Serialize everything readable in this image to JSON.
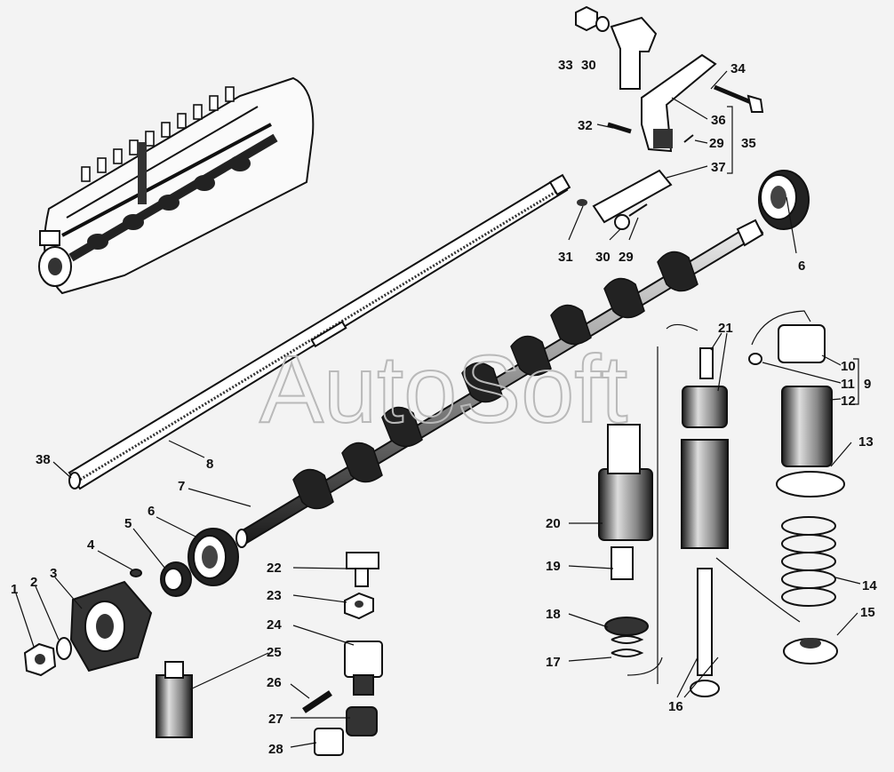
{
  "watermark": "AutoSoft",
  "labels": {
    "l1": "1",
    "l2": "2",
    "l3": "3",
    "l4": "4",
    "l5": "5",
    "l6a": "6",
    "l6b": "6",
    "l7": "7",
    "l8": "8",
    "l9": "9",
    "l10": "10",
    "l11": "11",
    "l12": "12",
    "l13": "13",
    "l14": "14",
    "l15": "15",
    "l16": "16",
    "l17": "17",
    "l18": "18",
    "l19": "19",
    "l20": "20",
    "l21": "21",
    "l22": "22",
    "l23": "23",
    "l24": "24",
    "l25": "25",
    "l26": "26",
    "l27": "27",
    "l28": "28",
    "l29a": "29",
    "l29b": "29",
    "l30a": "30",
    "l30b": "30",
    "l31": "31",
    "l32": "32",
    "l33": "33",
    "l34": "34",
    "l35": "35",
    "l36": "36",
    "l37": "37",
    "l38": "38"
  },
  "colors": {
    "ink": "#111111",
    "paper": "#f3f3f3",
    "shade": "#555555",
    "watermark": "#b9b9b9"
  }
}
